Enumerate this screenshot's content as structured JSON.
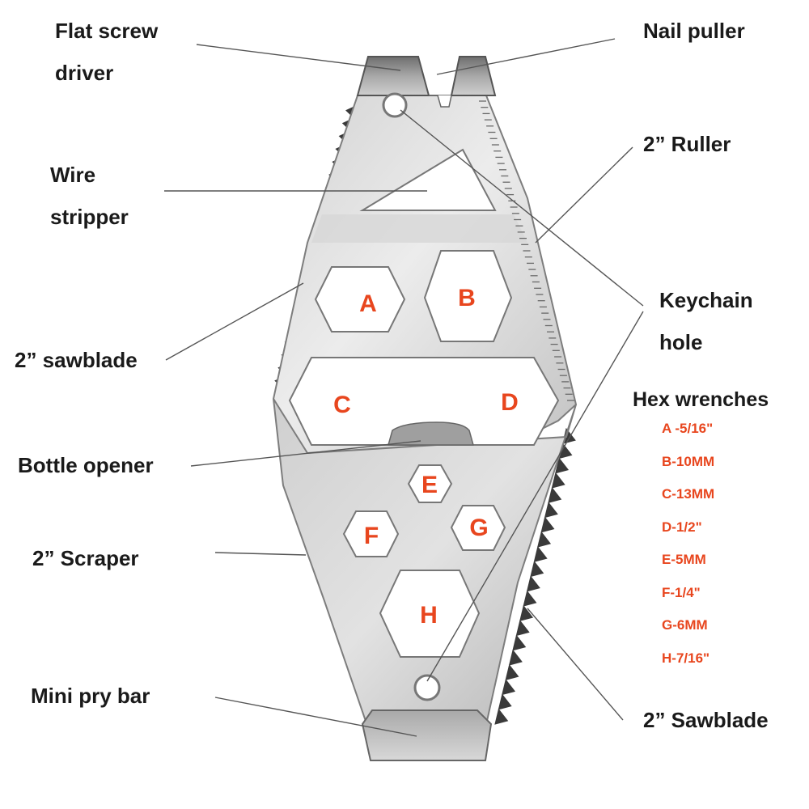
{
  "colors": {
    "text": "#1a1a1a",
    "accent": "#e8461e",
    "metal_light": "#e6e6e6",
    "metal_mid": "#c4c4c4",
    "metal_dark": "#8a8a8a",
    "teeth": "#3a3a3a",
    "leader_line": "#555555"
  },
  "labels": {
    "flat_screwdriver": [
      "Flat screw",
      "driver"
    ],
    "nail_puller": "Nail puller",
    "wire_stripper": [
      "Wire",
      "stripper"
    ],
    "ruler": "2” Ruller",
    "sawblade_left": "2” sawblade",
    "keychain_hole": [
      "Keychain",
      "hole"
    ],
    "bottle_opener": "Bottle opener",
    "scraper": "2” Scraper",
    "mini_pry_bar": "Mini pry bar",
    "sawblade_right": "2” Sawblade"
  },
  "hex_wrenches": {
    "title": "Hex wrenches",
    "sizes": [
      "A -5/16\"",
      "B-10MM",
      "C-13MM",
      "D-1/2\"",
      "E-5MM",
      "F-1/4\"",
      "G-6MM",
      "H-7/16\""
    ]
  },
  "hex_letters": [
    "A",
    "B",
    "C",
    "D",
    "E",
    "F",
    "G",
    "H"
  ]
}
